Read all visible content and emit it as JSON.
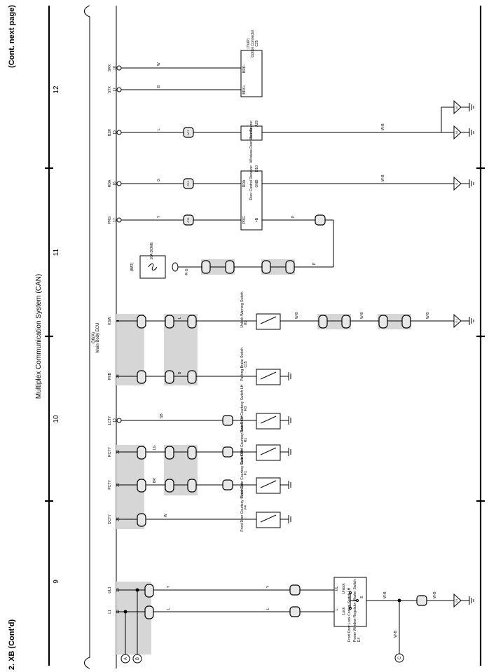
{
  "page": {
    "header_right": "(Cont. next page)",
    "header_left": "2. XB (Cont'd)",
    "title": "Multiplex Communication System (CAN)",
    "columns": [
      "9",
      "10",
      "11",
      "12"
    ]
  },
  "ecu": {
    "label": "G6(A)",
    "name": "Main Body ECU"
  },
  "connectors": {
    "A": "A",
    "B": "B",
    "C": "C"
  },
  "pins": [
    {
      "pin": "SRX",
      "num": "18"
    },
    {
      "pin": "STX",
      "num": "17"
    },
    {
      "pin": "BZR",
      "num": "15"
    },
    {
      "pin": "RDA",
      "num": "16"
    },
    {
      "pin": "PRG",
      "num": "17"
    },
    {
      "pin": "KSW",
      "num": "9"
    },
    {
      "pin": "PKB",
      "num": "24"
    },
    {
      "pin": "LCTY",
      "num": "13"
    },
    {
      "pin": "RCTY",
      "num": "22"
    },
    {
      "pin": "PCTY",
      "num": "20"
    },
    {
      "pin": "DCTY",
      "num": "26"
    },
    {
      "pin": "UL1",
      "num": "10"
    },
    {
      "pin": "L1",
      "num": "12"
    }
  ],
  "components": {
    "c25": {
      "id": "C25",
      "name": "Option Connector",
      "sub": "(TVIP)",
      "pins": [
        "BRK-",
        "BRK+"
      ]
    },
    "a29": {
      "id": "A29",
      "name": "Wireless Door Lock Buzzer",
      "pin": "Buzzer"
    },
    "d10": {
      "id": "D10",
      "name": "Door Control Receiver",
      "pins": [
        "RDA",
        "GND",
        "PRG",
        "+B"
      ]
    },
    "dome": {
      "label": "10A DOME",
      "batt": "(BAT)"
    },
    "u1": {
      "id": "U1",
      "name": "Unlock Warning Switch"
    },
    "c15": {
      "id": "C15",
      "name": "Parking Brake Switch"
    },
    "r3": {
      "id": "R3",
      "name": "Rear Door Courtesy Switch LH"
    },
    "r1": {
      "id": "R1",
      "name": "Rear Door Courtesy Switch RH"
    },
    "f1": {
      "id": "F1",
      "name": "Front Door Courtesy Switch RH"
    },
    "f4": {
      "id": "F4",
      "name": "Front Door Courtesy Switch LH"
    },
    "e4": {
      "id": "E4",
      "name": "Power Window Regulator Master Switch",
      "sub": "Front Door Lock Control Switch LH",
      "lock": "Lock",
      "unlock": "Unlock",
      "pins": [
        "UL",
        "L",
        "E"
      ]
    }
  },
  "wires": {
    "srx": "W",
    "stx": "B",
    "bzr": "L",
    "rda": "G",
    "prg": "Y",
    "prgp": "P",
    "dome": "R-G",
    "ksw": "L",
    "kswb": "W-B",
    "pkb": "B",
    "lcty": "SB",
    "rcty": "LG",
    "pcty": "BR",
    "dcty": "W",
    "ul1": "Y",
    "l1": "L",
    "gnd": "W-B",
    "wb": "W-B"
  },
  "grounds": [
    "A2",
    "A1",
    "I1",
    "G1",
    "D1"
  ],
  "junctions": [
    "19",
    "27",
    "14",
    "13",
    "21",
    "1C",
    "12",
    "11",
    "10",
    "EB1",
    "R4",
    "R3"
  ]
}
